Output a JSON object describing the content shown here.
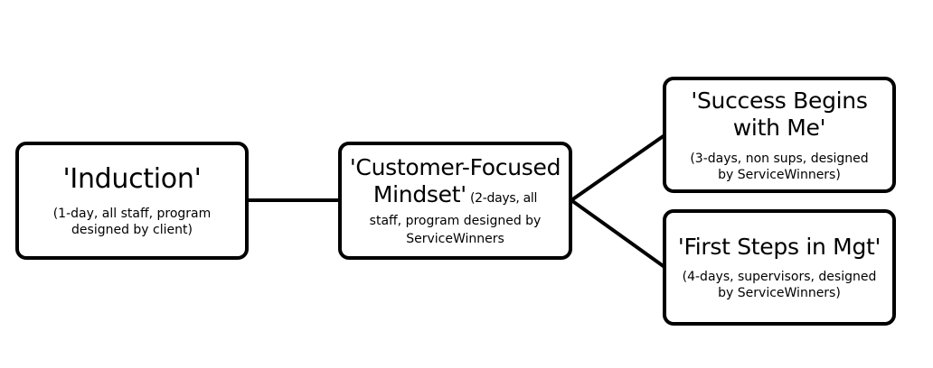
{
  "diagram": {
    "type": "flow",
    "nodes": [
      {
        "id": "induction",
        "title": "'Induction'",
        "detail": [
          "(1-day, all staff, program",
          "designed by client)"
        ]
      },
      {
        "id": "customer-focused-mindset",
        "title_line1": "'Customer-Focused",
        "title_line2": "Mindset'",
        "detail_inline": " (2-days, all",
        "detail": [
          "staff, program designed by",
          "ServiceWinners"
        ]
      },
      {
        "id": "success-begins-with-me",
        "title_line1": "'Success Begins",
        "title_line2": "with Me'",
        "detail": [
          "(3-days, non sups, designed",
          "by ServiceWinners)"
        ]
      },
      {
        "id": "first-steps-in-mgt",
        "title": "'First Steps in Mgt'",
        "detail": [
          "(4-days, supervisors, designed",
          "by ServiceWinners)"
        ]
      }
    ],
    "edges": [
      {
        "from": "induction",
        "to": "customer-focused-mindset"
      },
      {
        "from": "customer-focused-mindset",
        "to": "success-begins-with-me"
      },
      {
        "from": "customer-focused-mindset",
        "to": "first-steps-in-mgt"
      }
    ],
    "colors": {
      "stroke": "#000000",
      "fill": "#ffffff"
    }
  }
}
